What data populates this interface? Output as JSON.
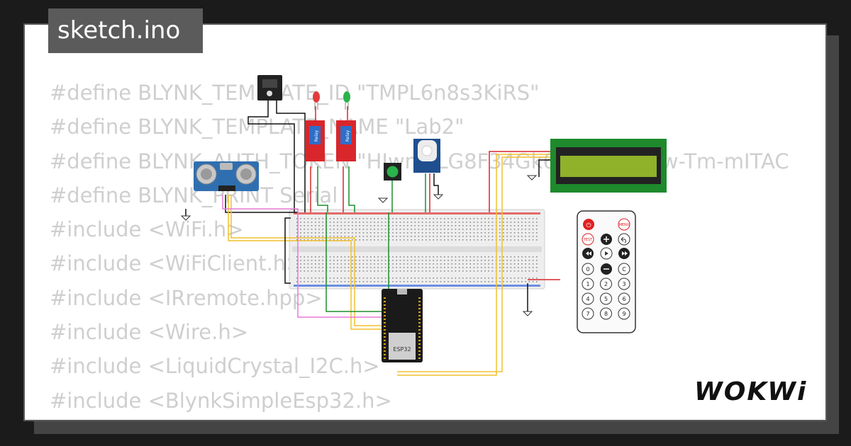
{
  "title": "sketch.ino",
  "code_lines": [
    "#define BLYNK_TEMPLATE_ID \"TMPL6n8s3KiRS\"",
    "#define BLYNK_TEMPLATE_NAME \"Lab2\"",
    "#define BLYNK_AUTH_TOKEN \"HIwnlpLG8F34Gk6pELZtXbl2w-Tm-mITAC",
    "#define BLYNK_PRINT Serial",
    "#include <WiFi.h>",
    "#include <WiFiClient.h>",
    "#include <IRremote.hpp>",
    "#include <Wire.h>",
    "#include <LiquidCrystal_I2C.h>",
    "#include <BlynkSimpleEsp32.h>"
  ],
  "logo": "WOKWi",
  "components": {
    "relay_label": "Relay",
    "esp32_label": "ESP32",
    "remote_power": "⏻",
    "remote_menu": "MENU",
    "remote_test": "TEST",
    "remote_keys": [
      "0",
      "C",
      "1",
      "2",
      "3",
      "4",
      "5",
      "6",
      "7",
      "8",
      "9"
    ]
  },
  "colors": {
    "background": "#1b1b1b",
    "card": "#ffffff",
    "code_text": "#cfcfcf",
    "tab": "#5b5b5b",
    "relay": "#d9262b",
    "lcd_board": "#1e8a2c",
    "lcd_screen": "#8fb22a",
    "esp32": "#1a1a1a",
    "sensor": "#3a6ea5"
  }
}
